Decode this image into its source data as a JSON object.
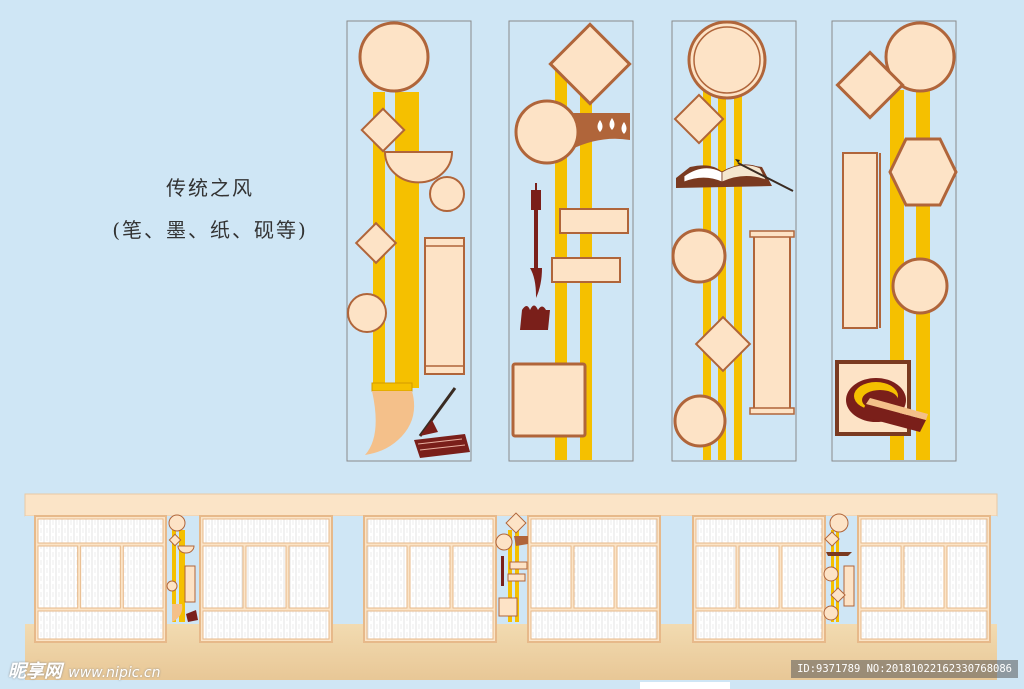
{
  "text": {
    "title_line1": "传统之风",
    "title_line2": "(笔、墨、纸、砚等)"
  },
  "watermark": {
    "logo": "昵享网",
    "url": "www.nipic.cn",
    "id_text": "ID:9371789 NO:20181022162330768086"
  },
  "colors": {
    "background": "#cfe6f5",
    "frame_fill": "#fde3c6",
    "frame_stroke": "#b0653a",
    "stripe": "#f5c000",
    "brush_dark": "#7a1f1a",
    "brush_light": "#f4c08a",
    "wall_band": "#fbe4c7",
    "floor": "#f0d6a8"
  },
  "panels": [
    {
      "name": "brush-panel",
      "theme": "brush"
    },
    {
      "name": "ink-panel",
      "theme": "ink"
    },
    {
      "name": "paper-panel",
      "theme": "paper"
    },
    {
      "name": "inkstone-panel",
      "theme": "inkstone"
    }
  ]
}
